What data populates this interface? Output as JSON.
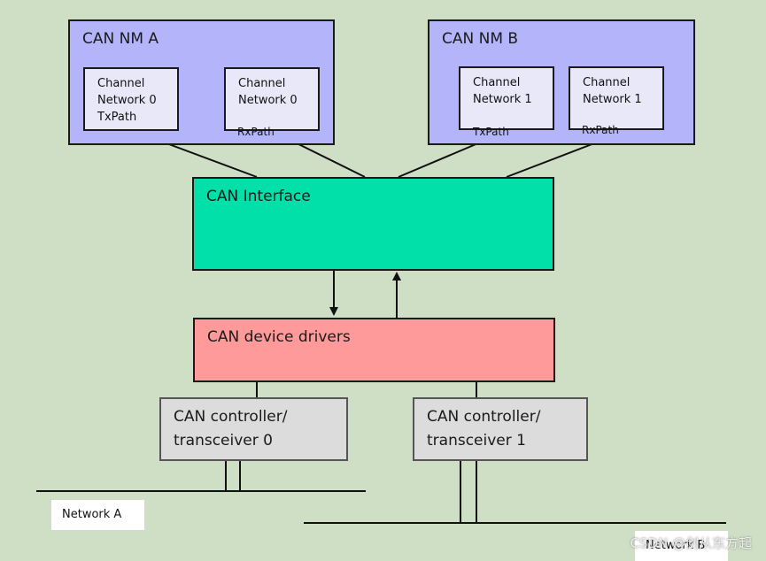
{
  "nm_a": {
    "title": "CAN NM A",
    "tx_channel": "Channel\nNetwork 0\nTxPath",
    "rx_channel": "Channel\nNetwork 0",
    "rx_path_label": "RxPath"
  },
  "nm_b": {
    "title": "CAN NM B",
    "tx_channel": "Channel\nNetwork 1",
    "tx_path_label": "TxPath",
    "rx_channel": "Channel\nNetwork 1",
    "rx_path_label": "RxPath"
  },
  "can_interface": {
    "label": "CAN Interface"
  },
  "can_drivers": {
    "label": "CAN device drivers"
  },
  "controller_0": {
    "label": "CAN controller/\ntransceiver 0"
  },
  "controller_1": {
    "label": "CAN controller/\ntransceiver 1"
  },
  "network_a": {
    "label": "Network A"
  },
  "network_b": {
    "label": "Network B"
  },
  "watermark": "CSDN @剑从东方起",
  "colors": {
    "background": "#cfdfc6",
    "nm": "#b4b4fb",
    "interface": "#00e0a8",
    "drivers": "#ff9a9a",
    "controller": "#dcdcdc"
  }
}
